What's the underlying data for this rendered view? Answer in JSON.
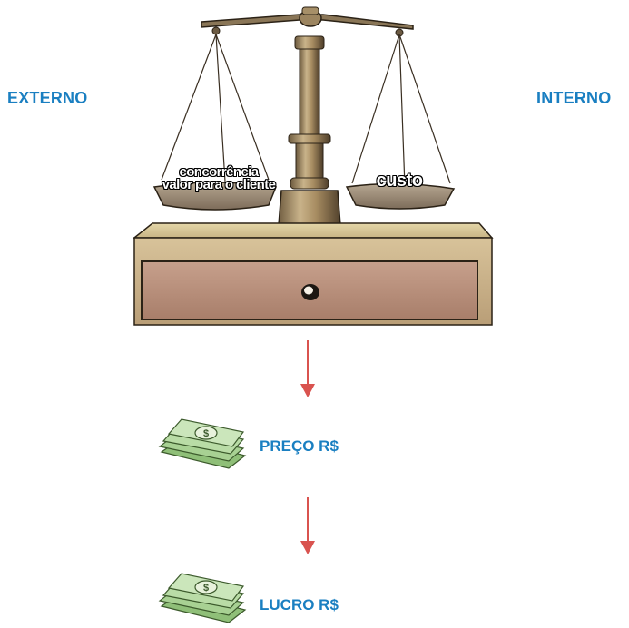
{
  "labels": {
    "left": "EXTERNO",
    "right": "INTERNO"
  },
  "scale": {
    "left_pan": [
      "concorrência",
      "valor para o cliente"
    ],
    "right_pan": "custo"
  },
  "results": {
    "price": "PREÇO R$",
    "profit": "LUCRO R$"
  },
  "colors": {
    "label_blue": "#1a7fc1",
    "arrow_red": "#d9534f",
    "money_green": "#9cc98a"
  },
  "icons": [
    "balance-scale-icon",
    "arrow-down-icon",
    "money-stack-icon"
  ]
}
